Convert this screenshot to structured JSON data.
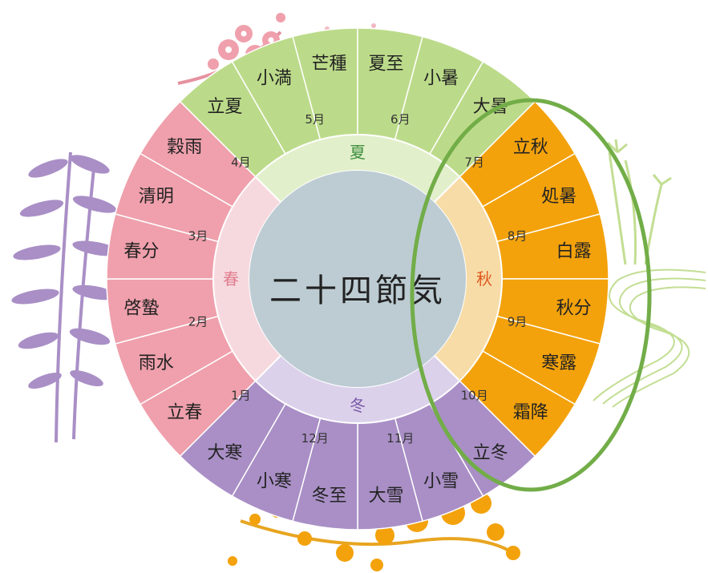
{
  "title": "二十四節気",
  "colors": {
    "spring": "#EFA0AC",
    "summer": "#BCDB8A",
    "autumn": "#F3A20C",
    "winter": "#A98FC6",
    "spring_ring": "#F6D9DE",
    "summer_ring": "#E2EFCB",
    "autumn_ring": "#F7DCA7",
    "winter_ring": "#DCD1EB",
    "center": "#BDCCD3",
    "highlight": "#72AD48"
  },
  "seasons": [
    {
      "key": "spring",
      "label": "春",
      "text_color": "#E07C8E"
    },
    {
      "key": "summer",
      "label": "夏",
      "text_color": "#3E8F3E"
    },
    {
      "key": "autumn",
      "label": "秋",
      "text_color": "#E0581E"
    },
    {
      "key": "winter",
      "label": "冬",
      "text_color": "#7B5BA6"
    }
  ],
  "terms": [
    {
      "name": "立春",
      "season": "spring"
    },
    {
      "name": "雨水",
      "season": "spring"
    },
    {
      "name": "啓蟄",
      "season": "spring"
    },
    {
      "name": "春分",
      "season": "spring"
    },
    {
      "name": "清明",
      "season": "spring"
    },
    {
      "name": "穀雨",
      "season": "spring"
    },
    {
      "name": "立夏",
      "season": "summer"
    },
    {
      "name": "小満",
      "season": "summer"
    },
    {
      "name": "芒種",
      "season": "summer"
    },
    {
      "name": "夏至",
      "season": "summer"
    },
    {
      "name": "小暑",
      "season": "summer"
    },
    {
      "name": "大暑",
      "season": "summer"
    },
    {
      "name": "立秋",
      "season": "autumn"
    },
    {
      "name": "処暑",
      "season": "autumn"
    },
    {
      "name": "白露",
      "season": "autumn"
    },
    {
      "name": "秋分",
      "season": "autumn"
    },
    {
      "name": "寒露",
      "season": "autumn"
    },
    {
      "name": "霜降",
      "season": "autumn"
    },
    {
      "name": "立冬",
      "season": "winter"
    },
    {
      "name": "小雪",
      "season": "winter"
    },
    {
      "name": "大雪",
      "season": "winter"
    },
    {
      "name": "冬至",
      "season": "winter"
    },
    {
      "name": "小寒",
      "season": "winter"
    },
    {
      "name": "大寒",
      "season": "winter"
    }
  ],
  "months": [
    "2月",
    "3月",
    "4月",
    "5月",
    "6月",
    "7月",
    "8月",
    "9月",
    "10月",
    "11月",
    "12月",
    "1月"
  ],
  "decorations": [
    "plum-blossom-icon",
    "iris-icon",
    "maple-branch-icon",
    "wisteria-icon"
  ]
}
